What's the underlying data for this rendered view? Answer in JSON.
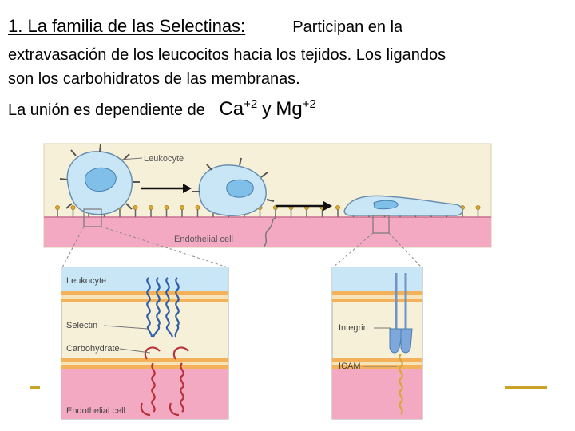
{
  "heading": {
    "title": "1. La familia de las Selectinas:",
    "intro_tail": "Participan en la",
    "line2": "extravasación de los leucocitos hacia los tejidos.  Los ligandos",
    "line3": "son los carbohidratos de las membranas.",
    "line4_prefix": "La unión es dependiente de",
    "ion1": "Ca",
    "ion1_charge": "+2",
    "ion_joiner": "y",
    "ion2": "Mg",
    "ion2_charge": "+2"
  },
  "figure": {
    "top_labels": {
      "leukocyte": "Leukocyte",
      "endothelial": "Endothelial cell"
    },
    "left_inset": {
      "leukocyte": "Leukocyte",
      "selectin": "Selectin",
      "carbohydrate": "Carbohydrate",
      "endothelial": "Endothelial cell"
    },
    "right_inset": {
      "integrin": "Integrin",
      "icam": "ICAM"
    },
    "colors": {
      "tissue": "#f7f0d8",
      "endothelium": "#f4a9c3",
      "cell_fill": "#c9e6f7",
      "nucleus": "#7fbfe8",
      "membrane_orange": "#f3b25a",
      "selectin_blue": "#2e5fa8",
      "carbohydrate_red": "#b8323c",
      "integrin_blue": "#7ea7dc",
      "icam_gold": "#d4a836",
      "accent_line": "#c9a227"
    }
  }
}
